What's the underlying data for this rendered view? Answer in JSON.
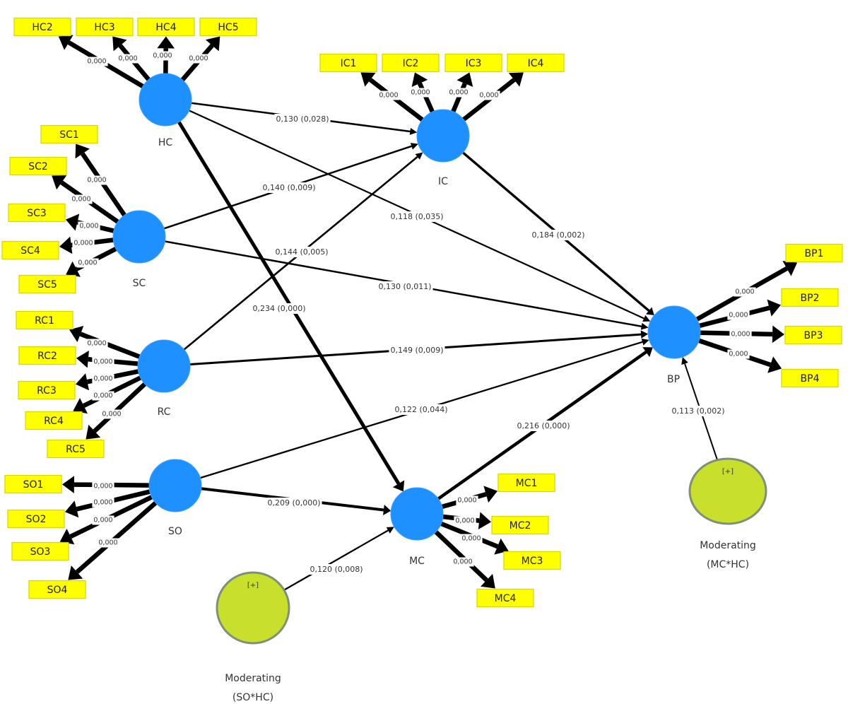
{
  "diagram": {
    "type": "structural-equation-model",
    "colors": {
      "construct": "#1E90FF",
      "indicator_fill": "#FFFF00",
      "indicator_border": "#D6D600",
      "moderator_fill": "#C8E02B",
      "moderator_border": "#7F8F78",
      "edge": "#000000"
    },
    "constructs": [
      {
        "id": "HC",
        "label": "HC"
      },
      {
        "id": "SC",
        "label": "SC"
      },
      {
        "id": "RC",
        "label": "RC"
      },
      {
        "id": "SO",
        "label": "SO"
      },
      {
        "id": "IC",
        "label": "IC"
      },
      {
        "id": "MC",
        "label": "MC"
      },
      {
        "id": "BP",
        "label": "BP"
      }
    ],
    "moderators": [
      {
        "id": "MOD1",
        "label_line1": "Moderating",
        "label_line2": "(SO*HC)",
        "badge": "[+]"
      },
      {
        "id": "MOD2",
        "label_line1": "Moderating",
        "label_line2": "(MC*HC)",
        "badge": "[+]"
      }
    ],
    "indicators": [
      {
        "id": "HC2",
        "construct": "HC",
        "value": "0,000"
      },
      {
        "id": "HC3",
        "construct": "HC",
        "value": "0,000"
      },
      {
        "id": "HC4",
        "construct": "HC",
        "value": "0,000"
      },
      {
        "id": "HC5",
        "construct": "HC",
        "value": "0,000"
      },
      {
        "id": "IC1",
        "construct": "IC",
        "value": "0,000"
      },
      {
        "id": "IC2",
        "construct": "IC",
        "value": "0,000"
      },
      {
        "id": "IC3",
        "construct": "IC",
        "value": "0,000"
      },
      {
        "id": "IC4",
        "construct": "IC",
        "value": "0,000"
      },
      {
        "id": "SC1",
        "construct": "SC",
        "value": "0,000"
      },
      {
        "id": "SC2",
        "construct": "SC",
        "value": "0,000"
      },
      {
        "id": "SC3",
        "construct": "SC",
        "value": "0,000"
      },
      {
        "id": "SC4",
        "construct": "SC",
        "value": "0,000"
      },
      {
        "id": "SC5",
        "construct": "SC",
        "value": "0,000"
      },
      {
        "id": "RC1",
        "construct": "RC",
        "value": "0,000"
      },
      {
        "id": "RC2",
        "construct": "RC",
        "value": "0,000"
      },
      {
        "id": "RC3",
        "construct": "RC",
        "value": "0,000"
      },
      {
        "id": "RC4",
        "construct": "RC",
        "value": "0,000"
      },
      {
        "id": "RC5",
        "construct": "RC",
        "value": "0,000"
      },
      {
        "id": "SO1",
        "construct": "SO",
        "value": "0,000"
      },
      {
        "id": "SO2",
        "construct": "SO",
        "value": "0,000"
      },
      {
        "id": "SO3",
        "construct": "SO",
        "value": "0,000"
      },
      {
        "id": "SO4",
        "construct": "SO",
        "value": "0,000"
      },
      {
        "id": "MC1",
        "construct": "MC",
        "value": "0,000"
      },
      {
        "id": "MC2",
        "construct": "MC",
        "value": "0,000"
      },
      {
        "id": "MC3",
        "construct": "MC",
        "value": "0,000"
      },
      {
        "id": "MC4",
        "construct": "MC",
        "value": "0,000"
      },
      {
        "id": "BP1",
        "construct": "BP",
        "value": "0,000"
      },
      {
        "id": "BP2",
        "construct": "BP",
        "value": "0,000"
      },
      {
        "id": "BP3",
        "construct": "BP",
        "value": "0,000"
      },
      {
        "id": "BP4",
        "construct": "BP",
        "value": "0,000"
      }
    ],
    "paths": [
      {
        "from": "HC",
        "to": "IC",
        "label": "0,130 (0,028)"
      },
      {
        "from": "HC",
        "to": "BP",
        "label": "0,118 (0,035)"
      },
      {
        "from": "HC",
        "to": "MC",
        "label": "0,234 (0,000)"
      },
      {
        "from": "SC",
        "to": "IC",
        "label": "0,140 (0,009)"
      },
      {
        "from": "SC",
        "to": "BP",
        "label": "0,130 (0,011)"
      },
      {
        "from": "RC",
        "to": "IC",
        "label": "0,144 (0,005)"
      },
      {
        "from": "RC",
        "to": "BP",
        "label": "0,149 (0,009)"
      },
      {
        "from": "SO",
        "to": "BP",
        "label": "0,122 (0,044)"
      },
      {
        "from": "SO",
        "to": "MC",
        "label": "0,209 (0,000)"
      },
      {
        "from": "IC",
        "to": "BP",
        "label": "0,184 (0,002)"
      },
      {
        "from": "MC",
        "to": "BP",
        "label": "0,216 (0,000)"
      },
      {
        "from": "MOD1",
        "to": "MC",
        "label": "0,120 (0,008)"
      },
      {
        "from": "MOD2",
        "to": "BP",
        "label": "0,113 (0,002)"
      }
    ]
  }
}
